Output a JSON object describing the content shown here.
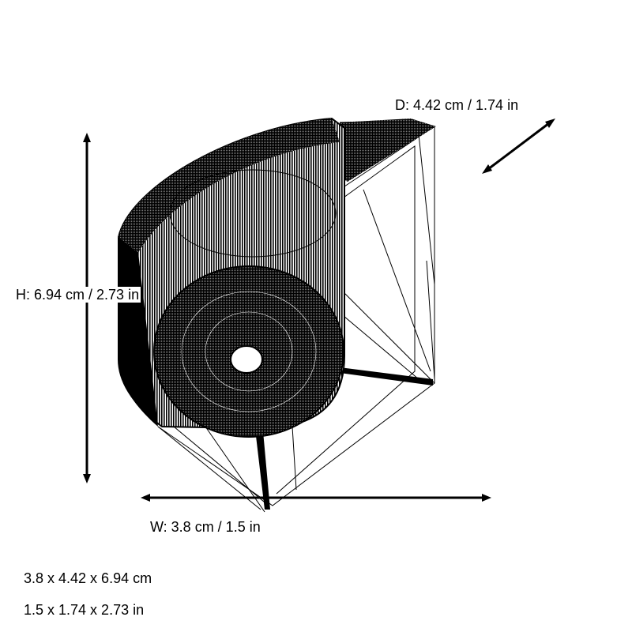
{
  "dimensions": {
    "height_label": "H: 6.94 cm / 2.73 in",
    "width_label": "W: 3.8 cm / 1.5 in",
    "depth_label": "D: 4.42 cm / 1.74 in",
    "summary_cm": "3.8 x 4.42 x 6.94 cm",
    "summary_in": "1.5 x 1.74 x 2.73 in"
  },
  "colors": {
    "line": "#000000",
    "background": "#ffffff"
  }
}
